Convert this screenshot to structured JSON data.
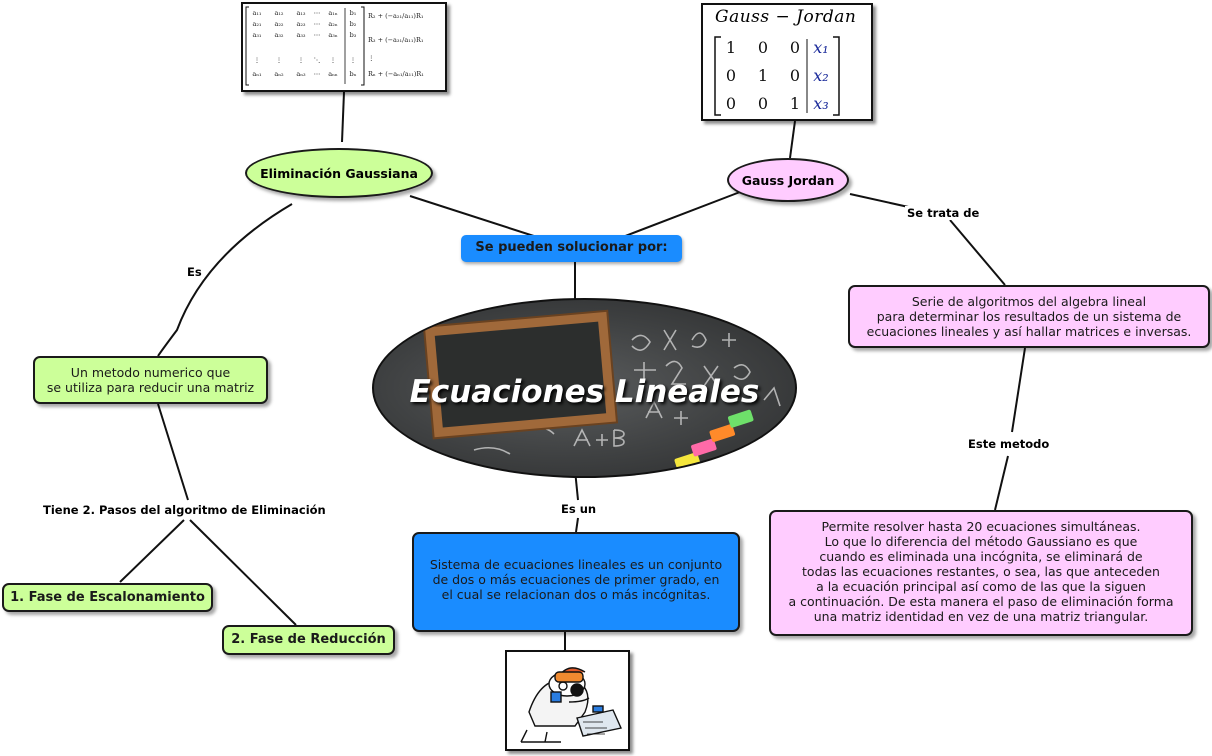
{
  "center": {
    "title": "Ecuaciones Lineales"
  },
  "solve_label": "Se pueden solucionar por:",
  "methods": {
    "gauss": "Eliminación Gaussiana",
    "gauss_jordan": "Gauss Jordan"
  },
  "gauss_branch": {
    "link_es": "Es",
    "definition": [
      "Un metodo  numerico que",
      "se utiliza para reducir una matriz"
    ],
    "link_steps": "Tiene 2. Pasos del algoritmo de Eliminación",
    "step1": "1. Fase de Escalonamiento",
    "step2": "2. Fase de Reducción"
  },
  "jordan_branch": {
    "link_trata": "Se trata de",
    "definition": [
      "Serie de algoritmos del algebra lineal",
      "para determinar los resultados de un sistema de",
      "ecuaciones lineales y así hallar matrices e inversas."
    ],
    "link_metodo": "Este metodo",
    "detail": [
      "Permite resolver hasta 20 ecuaciones simultáneas.",
      "Lo que lo diferencia del método Gaussiano es que",
      "cuando es eliminada una incógnita, se eliminará de",
      "todas las ecuaciones restantes, o sea, las que anteceden",
      "a la ecuación principal así como de las que la siguen",
      "a continuación. De esta manera el paso de eliminación forma",
      "una matriz identidad en vez de una matriz triangular."
    ]
  },
  "center_branch": {
    "link_esun": "Es un",
    "definition": [
      "Sistema de ecuaciones lineales es un conjunto",
      "de dos o más ecuaciones de primer grado, en",
      "el cual se relacionan dos o más incógnitas."
    ]
  },
  "gj_image": {
    "title": "Gauss − Jordan",
    "rows": [
      [
        "1",
        "0",
        "0",
        "x₁"
      ],
      [
        "0",
        "1",
        "0",
        "x₂"
      ],
      [
        "0",
        "0",
        "1",
        "x₃"
      ]
    ]
  },
  "ge_image": {
    "rows": [
      [
        "a₁₁",
        "a₁₂",
        "a₁₃",
        "⋯",
        "a₁ₙ",
        "b₁"
      ],
      [
        "a₂₁",
        "a₂₂",
        "a₂₃",
        "⋯",
        "a₂ₙ",
        "b₂"
      ],
      [
        "a₃₁",
        "a₃₂",
        "a₃₃",
        "⋯",
        "a₃ₙ",
        "b₃"
      ],
      [
        "⋮",
        "⋮",
        "⋮",
        "⋱",
        "⋮",
        "⋮"
      ],
      [
        "aₙ₁",
        "aₙ₂",
        "aₙ₃",
        "⋯",
        "aₙₙ",
        "bₙ"
      ]
    ],
    "ops": [
      "R₂ + (−a₂₁/a₁₁)R₁",
      "R₃ + (−a₃₁/a₁₁)R₁",
      "⋮",
      "Rₙ + (−aₙ₁/a₁₁)R₁"
    ]
  },
  "colors": {
    "green": "#ccff99",
    "pink": "#ffccff",
    "blue": "#1a8cff",
    "line": "#111111"
  }
}
